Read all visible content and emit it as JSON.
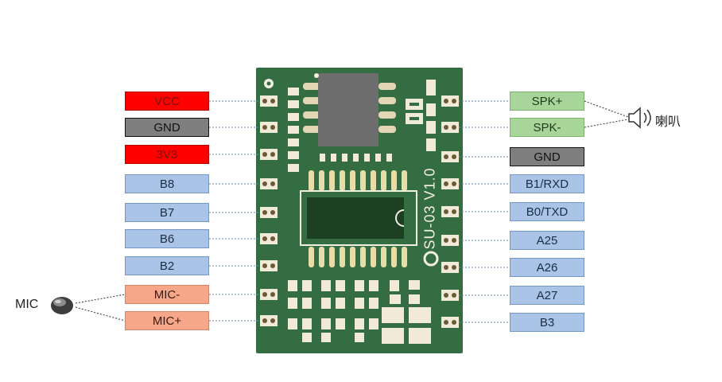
{
  "board": {
    "silkscreen": "SU-03 V1.0"
  },
  "left_pins": [
    {
      "label": "VCC",
      "color": "#ff0000"
    },
    {
      "label": "GND",
      "color": "#7f7f7f"
    },
    {
      "label": "3V3",
      "color": "#ff0000"
    },
    {
      "label": "B8",
      "color": "#a9c4e6"
    },
    {
      "label": "B7",
      "color": "#a9c4e6"
    },
    {
      "label": "B6",
      "color": "#a9c4e6"
    },
    {
      "label": "B2",
      "color": "#a9c4e6"
    },
    {
      "label": "MIC-",
      "color": "#f6a78a"
    },
    {
      "label": "MIC+",
      "color": "#f6a78a"
    }
  ],
  "right_pins": [
    {
      "label": "SPK+",
      "color": "#a8d69a"
    },
    {
      "label": "SPK-",
      "color": "#a8d69a"
    },
    {
      "label": "GND",
      "color": "#7f7f7f"
    },
    {
      "label": "B1/RXD",
      "color": "#a9c4e6"
    },
    {
      "label": "B0/TXD",
      "color": "#a9c4e6"
    },
    {
      "label": "A25",
      "color": "#a9c4e6"
    },
    {
      "label": "A26",
      "color": "#a9c4e6"
    },
    {
      "label": "A27",
      "color": "#a9c4e6"
    },
    {
      "label": "B3",
      "color": "#a9c4e6"
    }
  ],
  "mic_label": "MIC",
  "speaker_label": "喇叭",
  "icons": {
    "mic": "microphone-icon",
    "speaker": "speaker-icon"
  }
}
